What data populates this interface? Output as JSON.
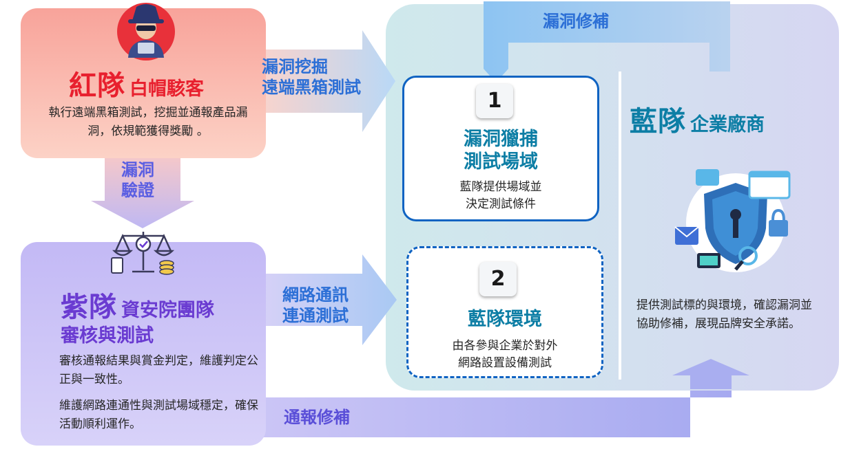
{
  "red_team": {
    "title": "紅隊",
    "subtitle": "白帽駭客",
    "desc": "執行遠端黑箱測試，挖掘並通報產品漏洞，依規範獲得獎勵 。"
  },
  "purple_team": {
    "title": "紫隊",
    "subtitle": "資安院團隊",
    "subtitle2": "審核與測試",
    "desc1": "審核通報結果與賞金判定，維護判定公正與一致性。",
    "desc2": "維護網路連通性與測試場域穩定，確保活動順利運作。"
  },
  "blue_team": {
    "title": "藍隊",
    "subtitle": "企業廠商",
    "desc": "提供測試標的與環境，確認漏洞並協助修補，展現品牌安全承諾。"
  },
  "box1": {
    "number": "1",
    "title_line1": "漏洞獵捕",
    "title_line2": "測試場域",
    "desc_line1": "藍隊提供場域並",
    "desc_line2": "決定測試條件"
  },
  "box2": {
    "number": "2",
    "title": "藍隊環境",
    "desc_line1": "由各參與企業於對外",
    "desc_line2": "網路設置設備測試"
  },
  "arrows": {
    "patch": "漏洞修補",
    "mining_line1": "漏洞挖掘",
    "mining_line2": "遠端黑箱測試",
    "verify_line1": "漏洞",
    "verify_line2": "驗證",
    "network_line1": "網路通訊",
    "network_line2": "連通測試",
    "report": "通報修補"
  },
  "colors": {
    "red": "#e8202e",
    "purple": "#6a3bd1",
    "teal": "#0d7ea5",
    "arrow_blue": "#2c6fd6"
  }
}
